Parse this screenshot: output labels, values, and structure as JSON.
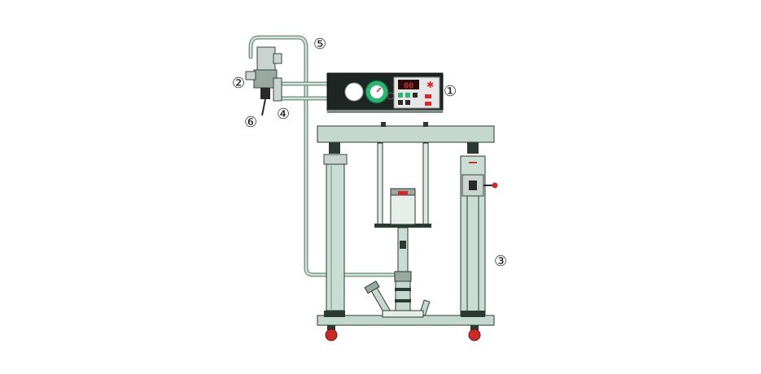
{
  "callouts": [
    {
      "id": "1",
      "label": "①"
    },
    {
      "id": "2",
      "label": "②"
    },
    {
      "id": "3",
      "label": "③"
    },
    {
      "id": "4",
      "label": "④"
    },
    {
      "id": "5",
      "label": "⑤"
    },
    {
      "id": "6",
      "label": "⑥"
    }
  ],
  "controller_display": "00",
  "colors": {
    "frame": "#c5d8cf",
    "outline": "#2a3a33",
    "tube": "#6f8b7c",
    "red": "#cc2a2a",
    "green_gauge": "#2bb673",
    "display_red": "#d9262a"
  }
}
